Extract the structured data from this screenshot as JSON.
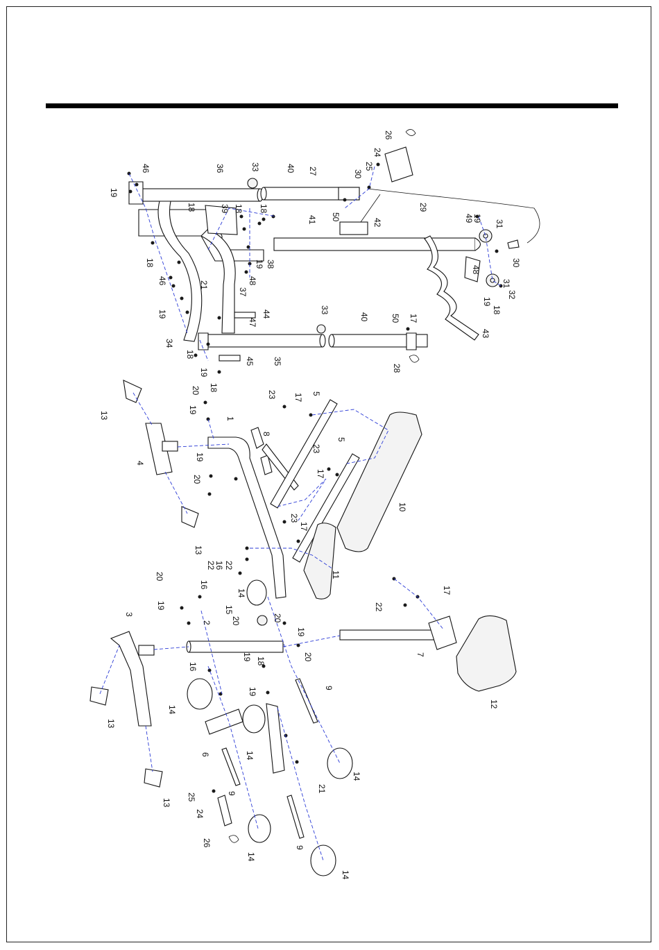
{
  "diagram": {
    "type": "exploded-parts-view",
    "colors": {
      "line": "#111111",
      "assembly_path": "#2b3bd6",
      "rule": "#000000"
    },
    "labels": [
      "26",
      "24",
      "25",
      "27",
      "30",
      "40",
      "33",
      "36",
      "46",
      "19",
      "18",
      "39",
      "18",
      "18",
      "50",
      "41",
      "42",
      "29",
      "49",
      "19",
      "31",
      "30",
      "46",
      "21",
      "37",
      "38",
      "19",
      "48",
      "18",
      "48",
      "43",
      "31",
      "32",
      "19",
      "18",
      "44",
      "47",
      "33",
      "40",
      "50",
      "17",
      "19",
      "34",
      "18",
      "19",
      "18",
      "35",
      "45",
      "28",
      "20",
      "19",
      "13",
      "23",
      "17",
      "5",
      "1",
      "8",
      "4",
      "19",
      "20",
      "23",
      "17",
      "5",
      "10",
      "13",
      "23",
      "17",
      "22",
      "16",
      "22",
      "11",
      "14",
      "16",
      "15",
      "20",
      "19",
      "20",
      "20",
      "19",
      "3",
      "2",
      "19",
      "20",
      "7",
      "12",
      "17",
      "22",
      "18",
      "19",
      "9",
      "16",
      "14",
      "6",
      "14",
      "13",
      "13",
      "14",
      "21",
      "25",
      "24",
      "9",
      "26",
      "14",
      "9",
      "14"
    ]
  }
}
